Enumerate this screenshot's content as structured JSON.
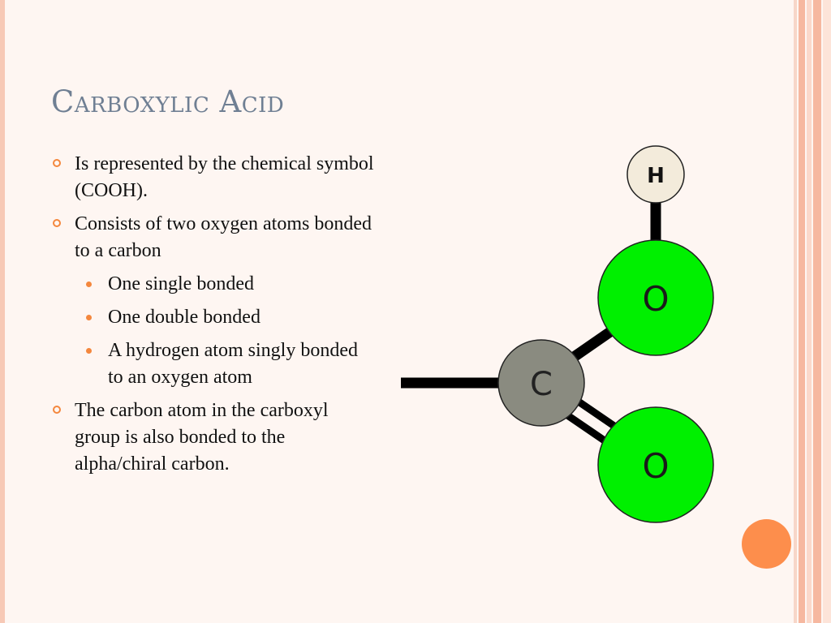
{
  "slide": {
    "title": "Carboxylic Acid",
    "bullets": [
      {
        "level": 1,
        "text": "Is represented by the chemical symbol (COOH)."
      },
      {
        "level": 1,
        "text": "Consists of two oxygen atoms bonded to a carbon"
      },
      {
        "level": 2,
        "text": "One single bonded"
      },
      {
        "level": 2,
        "text": "One double bonded"
      },
      {
        "level": 2,
        "text": "A hydrogen atom singly bonded to an oxygen atom"
      },
      {
        "level": 1,
        "text": "The carbon atom in the carboxyl group is also bonded to the alpha/chiral carbon."
      }
    ]
  },
  "molecule": {
    "atoms": {
      "hydrogen": "H",
      "oxygen_top": "O",
      "carbon": "C",
      "oxygen_bottom": "O"
    },
    "colors": {
      "hydrogen": "#f3ebdb",
      "oxygen": "#00f000",
      "carbon": "#8a8b80",
      "bond": "#000000"
    }
  },
  "theme": {
    "title_color": "#6f7f93",
    "bullet_color": "#f4873d",
    "accent_dot": "#fd8e4c"
  }
}
